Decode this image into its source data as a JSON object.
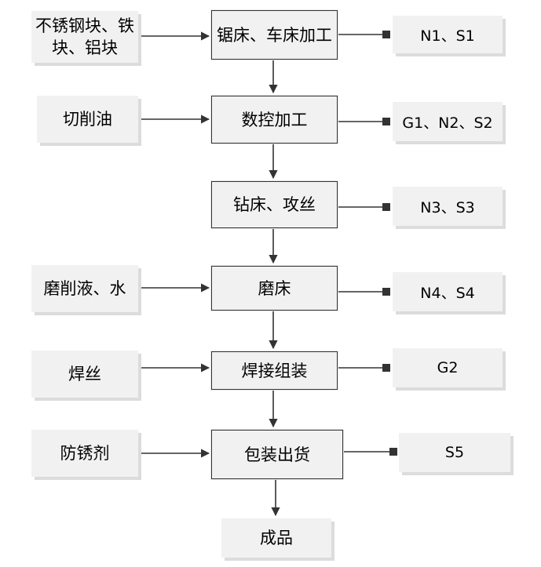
{
  "inputs": {
    "raw_materials": "不锈钢块、铁块、铝块",
    "cutting_oil": "切削油",
    "grinding_fluid": "磨削液、水",
    "welding_wire": "焊丝",
    "rust_inhibitor": "防锈剂"
  },
  "steps": {
    "s1": "锯床、车床加工",
    "s2": "数控加工",
    "s3": "钻床、攻丝",
    "s4": "磨床",
    "s5": "焊接组装",
    "s6": "包装出货",
    "product": "成品"
  },
  "outputs": {
    "o1": "N1、S1",
    "o2": "G1、N2、S2",
    "o3": "N3、S3",
    "o4": "N4、S4",
    "o5": "G2",
    "o6": "S5"
  }
}
